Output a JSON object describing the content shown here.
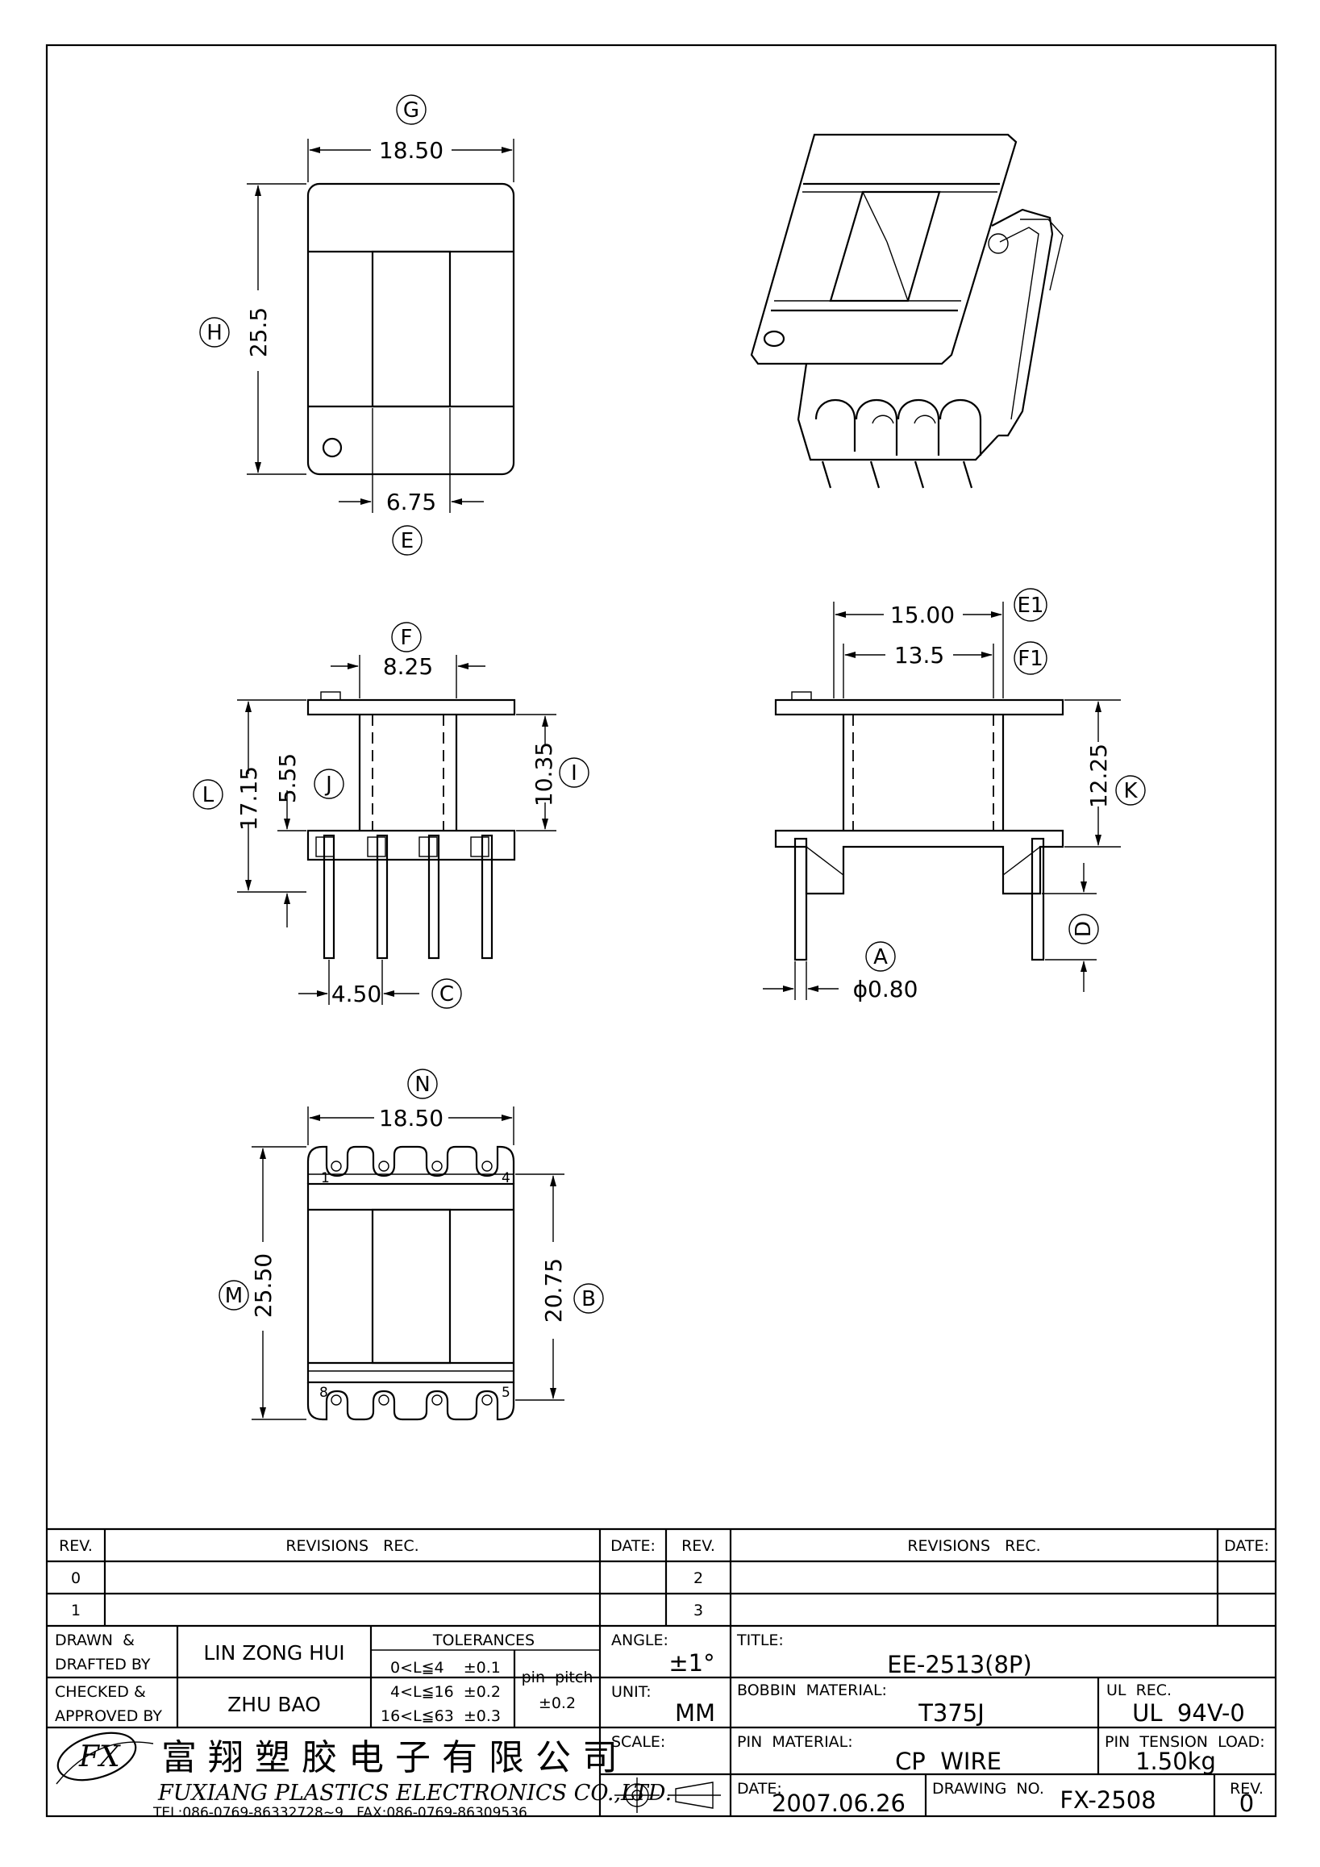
{
  "dimensions": {
    "top_width": "18.50",
    "top_height": "25.5",
    "top_window": "6.75",
    "front_window": "8.25",
    "front_total_height": "17.15",
    "front_base_height": "5.55",
    "front_flange_gap": "10.35",
    "pin_pitch": "4.50",
    "side_outer": "15.00",
    "side_inner": "13.5",
    "side_height": "12.25",
    "pin_diameter": "ϕ0.80",
    "bottom_width": "18.50",
    "bottom_height": "25.50",
    "bottom_pin_span": "20.75"
  },
  "balloons": {
    "g": "G",
    "h": "H",
    "e": "E",
    "f": "F",
    "l": "L",
    "j": "J",
    "i": "I",
    "c": "C",
    "e1": "E1",
    "f1": "F1",
    "k": "K",
    "a": "A",
    "d": "D",
    "n": "N",
    "m": "M",
    "b": "B"
  },
  "pin_numbers": {
    "p1": "1",
    "p4": "4",
    "p8": "8",
    "p5": "5"
  },
  "revisions": {
    "rev_header": "REV.",
    "records_header": "REVISIONS   REC.",
    "date_header": "DATE:",
    "rows_left": [
      "0",
      "1"
    ],
    "rows_right": [
      "2",
      "3"
    ]
  },
  "title_block": {
    "drawn_label_1": "DRAWN  &",
    "drawn_label_2": "DRAFTED BY",
    "drawn_value": "LIN ZONG HUI",
    "checked_label_1": "CHECKED &",
    "checked_label_2": "APPROVED BY",
    "checked_value": "ZHU BAO",
    "tolerances_header": "TOLERANCES",
    "tol_row1": "0<L≦4    ±0.1",
    "tol_row2": "4<L≦16  ±0.2",
    "tol_row3": "16<L≦63  ±0.3",
    "pin_pitch_label": "pin  pitch",
    "pin_pitch_value": "±0.2",
    "angle_label": "ANGLE:",
    "angle_value": "±1°",
    "unit_label": "UNIT:",
    "unit_value": "MM",
    "scale_label": "SCALE:",
    "title_label": "TITLE:",
    "title_value": "EE-2513(8P)",
    "bobbin_label": "BOBBIN  MATERIAL:",
    "bobbin_value": "T375J",
    "ul_label": "UL  REC.",
    "ul_value": "UL  94V-0",
    "pin_material_label": "PIN  MATERIAL:",
    "pin_material_value": "CP  WIRE",
    "pin_tension_label": "PIN  TENSION  LOAD:",
    "pin_tension_value": "1.50kg",
    "date_label": "DATE:",
    "date_value": "2007.06.26",
    "drawing_no_label": "DRAWING  NO.",
    "drawing_no_value": "FX-2508",
    "rev_label": "REV.",
    "rev_value": "0"
  },
  "company": {
    "logo_text": "FX",
    "name_cn": "富翔塑胶电子有限公司",
    "name_en": "FUXIANG PLASTICS ELECTRONICS CO.,LTD.",
    "phone": "TEL:086-0769-86332728~9   FAX:086-0769-86309536"
  }
}
